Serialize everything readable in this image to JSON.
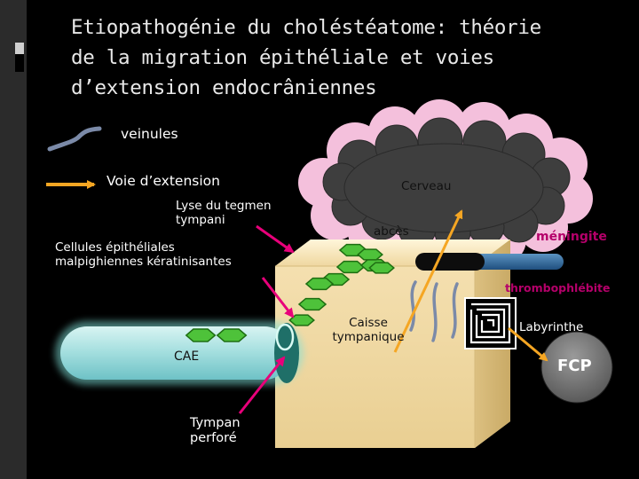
{
  "title": "Etiopathogénie du choléstéatome: théorie\nde la migration épithéliale et voies\nd’extension endocrâniennes",
  "legend": {
    "veinules": "veinules",
    "voie_extension": "Voie d’extension"
  },
  "labels": {
    "lyse_tegmen": "Lyse du tegmen\ntympani",
    "cellules": "Cellules  épithéliales\nmalpighiennes  kératinisantes",
    "cerveau": "Cerveau",
    "abces": "abcès",
    "meningite": "méningite",
    "thrombophlebite": "thrombophlébite",
    "caisse": "Caisse\ntympanique",
    "labyrinthe": "Labyrinthe",
    "fcp": "FCP",
    "cae": "CAE",
    "tympan": "Tympan\nperforé"
  },
  "colors": {
    "background": "#000000",
    "brain_cloud": "#f4c0dc",
    "brain_fill": "#3c3c3c",
    "box": "#f3dfb0",
    "canal": "#a8dfe0",
    "epithelium": "#4ec23a",
    "arrow_orange": "#f5a623",
    "arrow_magenta": "#e8007a",
    "veinule": "#7b8aa8",
    "sinus": "#2e6aa0",
    "fcp": "#7a7a7a",
    "meningite": "#b5006a"
  },
  "icons": [
    "veinule-icon",
    "extension-arrow-icon",
    "labyrinth-icon"
  ]
}
